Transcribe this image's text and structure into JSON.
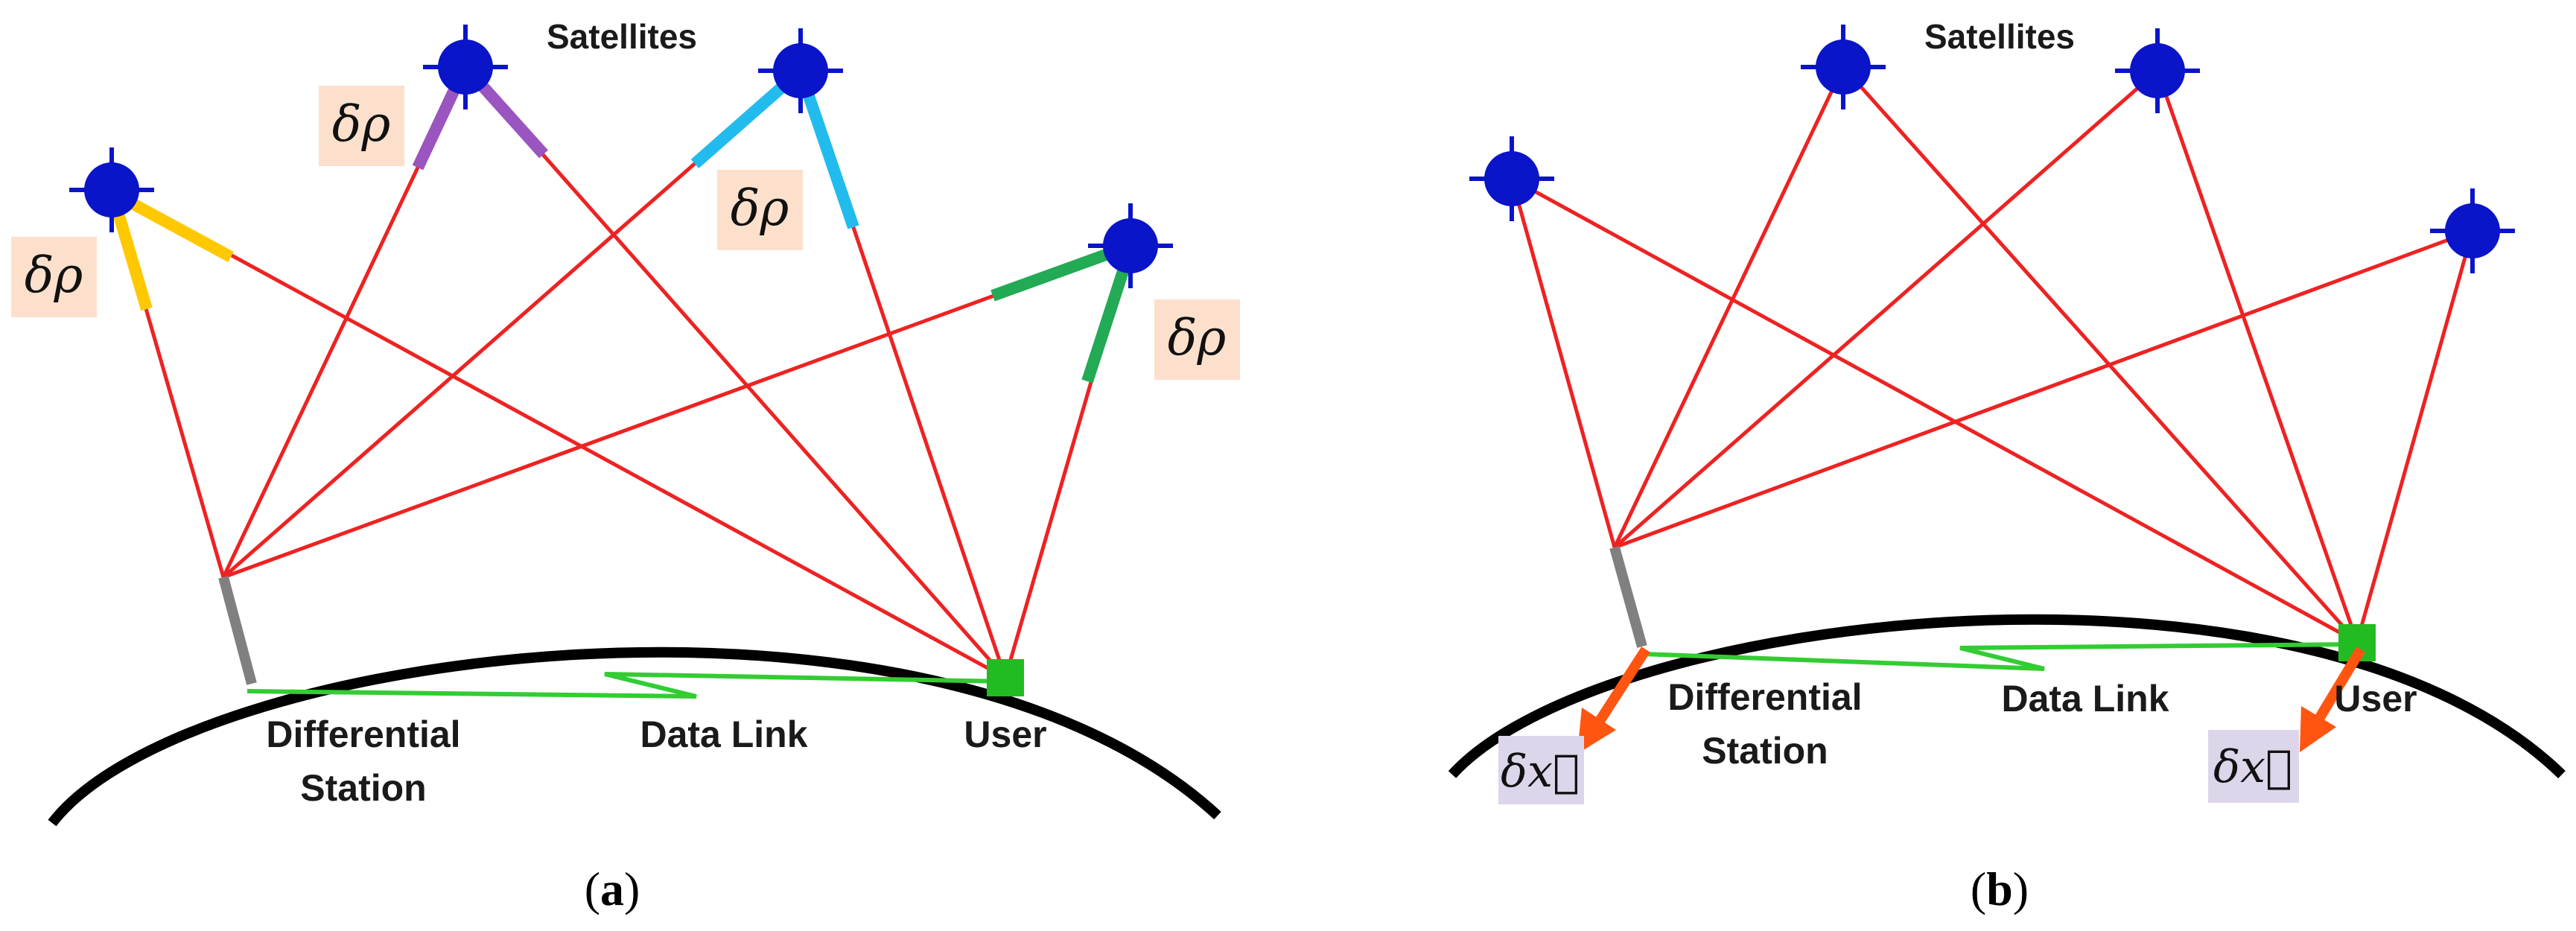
{
  "panels": [
    {
      "id": "a",
      "satellites_label": "Satellites",
      "delta_rho_labels": [
        "δρ",
        "δρ",
        "δρ",
        "δρ"
      ],
      "station_label_line1": "Differential",
      "station_label_line2": "Station",
      "data_link_label": "Data Link",
      "user_label": "User",
      "caption_open": "(",
      "caption_letter": "a",
      "caption_close": ")"
    },
    {
      "id": "b",
      "satellites_label": "Satellites",
      "delta_x_labels": [
        "δx⃗",
        "δx⃗"
      ],
      "station_label_line1": "Differential",
      "station_label_line2": "Station",
      "data_link_label": "Data Link",
      "user_label": "User",
      "caption_open": "(",
      "caption_letter": "b",
      "caption_close": ")"
    }
  ],
  "colors": {
    "satellite": "#0a14c8",
    "ray": "#ee2222",
    "earth": "#000000",
    "data_link": "#33cc33",
    "user": "#22bb22",
    "station_mast": "#808080",
    "error_yellow": "#ffc800",
    "error_purple": "#9a55c0",
    "error_cyan": "#22bbee",
    "error_green": "#22aa55",
    "error_arrow": "#ff5511",
    "delta_rho_bg": "#fde0cc",
    "delta_x_bg": "#ddd5ea"
  }
}
